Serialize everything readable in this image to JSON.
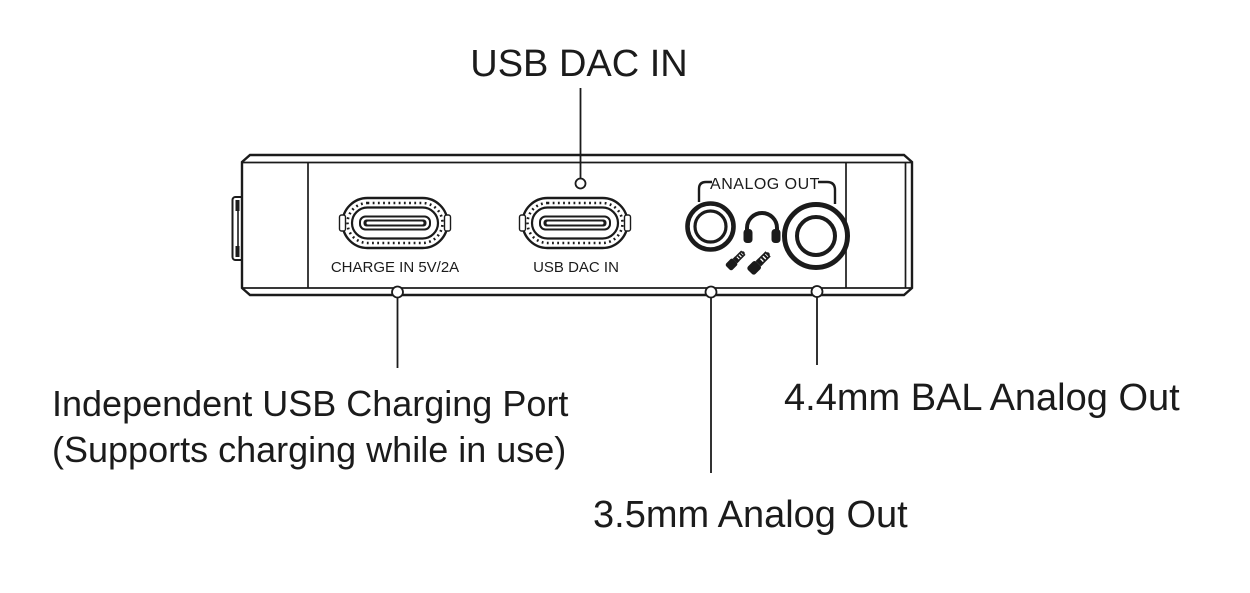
{
  "page": {
    "background": "#ffffff",
    "line_color": "#1b1b1b"
  },
  "device": {
    "description": "portable DAC amp rear panel line drawing",
    "port_labels": {
      "charge": "CHARGE IN 5V/2A",
      "usb_dac": "USB DAC IN"
    },
    "analog_out": "ANALOG OUT"
  },
  "callouts": {
    "usb_dac_top": "USB DAC IN",
    "charging_line1": "Independent USB Charging Port",
    "charging_line2": "(Supports charging while in use)",
    "analog_35": "3.5mm Analog Out",
    "analog_44": "4.4mm BAL Analog Out"
  },
  "icons": {
    "headphones": "headphones-icon",
    "plug_35": "audio-plug-3-5mm-icon",
    "plug_44": "audio-plug-4-4mm-icon"
  }
}
